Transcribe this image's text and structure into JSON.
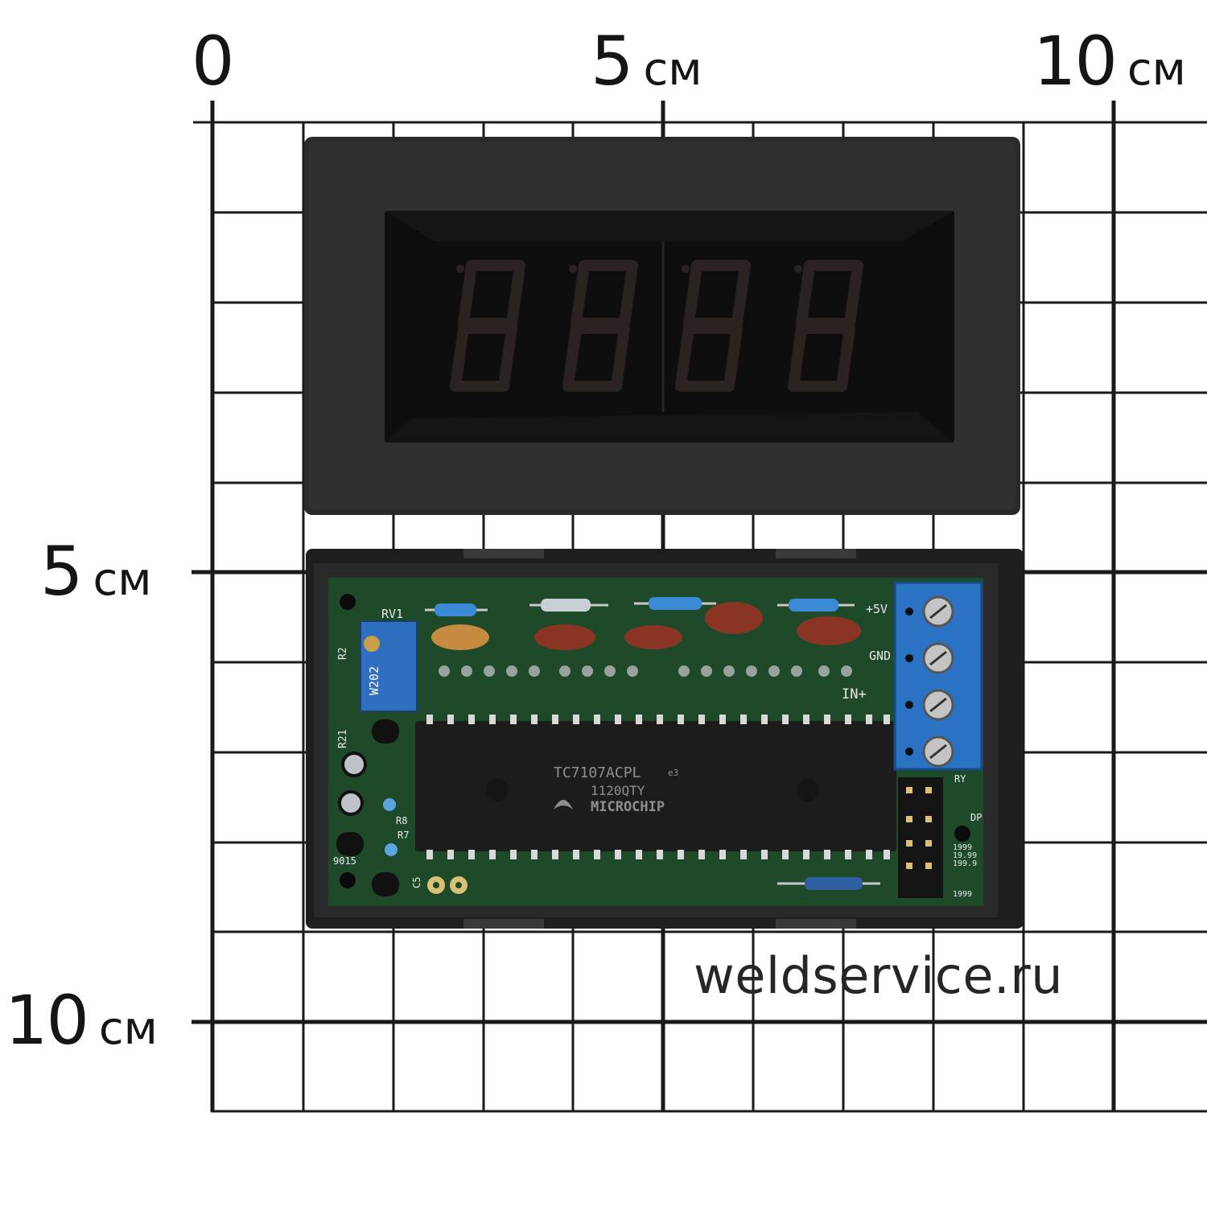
{
  "ruler": {
    "top": {
      "zero": "0",
      "five": "5",
      "ten": "10",
      "unit": "см"
    },
    "left": {
      "five": "5",
      "ten": "10",
      "unit": "см"
    }
  },
  "watermark": "weldservice.ru",
  "pcb": {
    "chip": {
      "part": "TC7107ACPL",
      "lot": "1120QTY",
      "maker": "MICROCHIP",
      "mark": "e3"
    },
    "trimmer": {
      "label": "RV1",
      "code": "W202"
    },
    "terminals": {
      "plus5v": "+5V",
      "gnd": "GND",
      "in": "IN+"
    },
    "silkscreen": {
      "r2": "R2",
      "r21": "R21",
      "r8": "R8",
      "r7": "R7",
      "q": "9015",
      "ry": "RY",
      "dp": "DP",
      "c": "C5",
      "d1": "1999",
      "d2": "19.99",
      "d3": "199.9",
      "d4": "1999"
    }
  },
  "colors": {
    "grid": "#1a1a1a",
    "bezel": "#2a2a2a",
    "display": "#0e0e0e",
    "segment": "#2b2222",
    "pcb": "#1f4a2a",
    "terminal": "#2a72c4",
    "chip": "#1c1c1c"
  }
}
